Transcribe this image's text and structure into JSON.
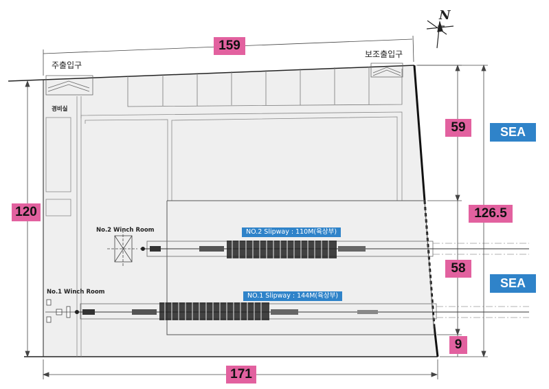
{
  "dimensions": {
    "top_width": "159",
    "bottom_width": "171",
    "left_height": "120",
    "right_upper": "59",
    "right_total": "126.5",
    "right_middle": "58",
    "right_lower": "9"
  },
  "sea_labels": {
    "upper": "SEA",
    "lower": "SEA"
  },
  "gates": {
    "main": "주출입구",
    "sub": "보조출입구"
  },
  "buildings": {
    "guard": "경비실"
  },
  "winch_rooms": {
    "no2": "No.2 Winch Room",
    "no1": "No.1 Winch Room"
  },
  "slipways": {
    "no2": "NO.2 Slipway : 110M(육상부)",
    "no1": "NO.1 Slipway : 144M(육상부)"
  },
  "compass": {
    "north": "N"
  },
  "colors": {
    "dimension_box": "#e2619f",
    "sea_box": "#2f83c9",
    "site_fill": "#efefef"
  }
}
